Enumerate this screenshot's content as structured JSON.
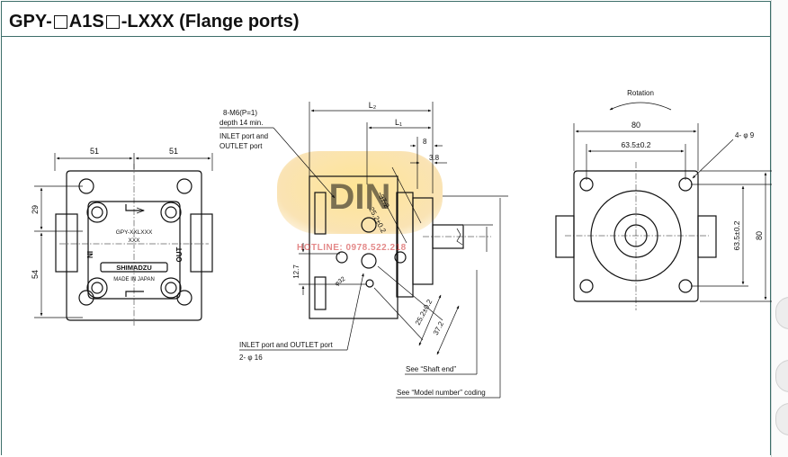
{
  "header": {
    "prefix": "GPY-",
    "middle": "A1S",
    "suffix": "-LXXX (Flange ports)"
  },
  "front": {
    "dim_top_left": "51",
    "dim_top_right": "51",
    "dim_left_upper": "29",
    "dim_left_lower": "54",
    "plate_code": "GPY-XXLXXX",
    "plate_sub": "XXX",
    "in_label": "IN",
    "out_label": "OUT",
    "brand": "SHIMADZU",
    "made_in": "MADE IN JAPAN"
  },
  "side": {
    "callout_line1": "8-M6(P=1)",
    "callout_line2": "depth 14 min.",
    "callout_line3": "INLET port and",
    "callout_line4": "OUTLET port",
    "dim_l2": "L₂",
    "dim_l1": "L₁",
    "dim_8": "8",
    "dim_3_8": "3.8",
    "dim_37_2_a": "37.2",
    "dim_25_2_a": "25.2±0.2",
    "dim_12_7": "12.7",
    "dim_phi32": "φ32",
    "dim_25_2_b": "25.2±0.2",
    "dim_37_2_b": "37.2",
    "port_label1": "INLET port and OUTLET port",
    "port_label2": "2- φ 16",
    "see_shaft": "See “Shaft end”",
    "see_model": "See “Model number” coding"
  },
  "rear": {
    "rotation": "Rotation",
    "dim_80_top": "80",
    "dim_63_top": "63.5±0.2",
    "holes": "4- φ 9",
    "dim_63_right": "63.5±0.2",
    "dim_80_right": "80"
  },
  "watermark": {
    "logo_text": "DIN",
    "hotline": "HOTLINE: 0978.522.218"
  }
}
